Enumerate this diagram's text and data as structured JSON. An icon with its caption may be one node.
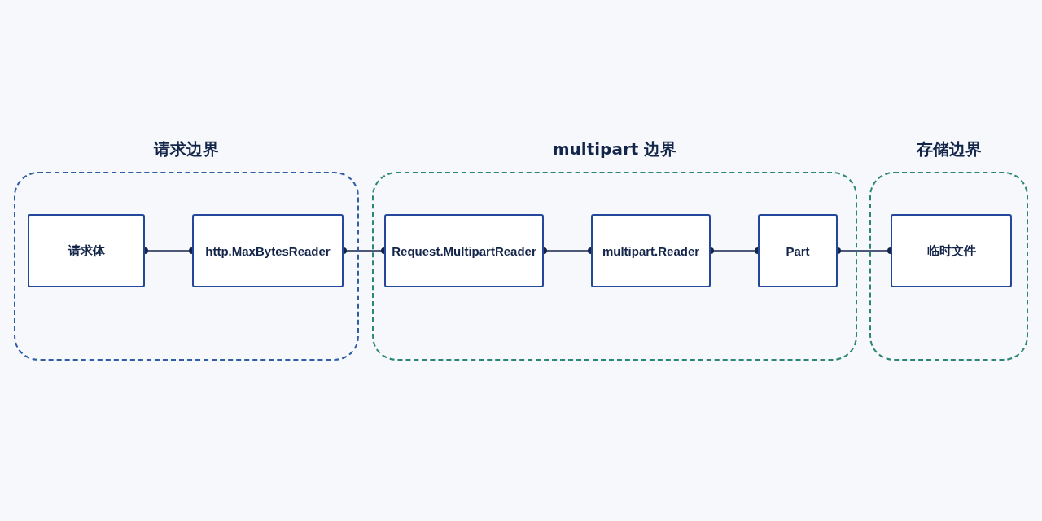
{
  "diagram": {
    "nodes": [
      {
        "text": [
          "请求边界"
        ]
      },
      {
        "text": [
          "请求体"
        ],
        "in": 0
      },
      {
        "text": [
          "http.MaxBytesReader"
        ],
        "in": 0
      },
      {
        "text": [
          "multipart 边界"
        ]
      },
      {
        "text": [
          "Request.MultipartReader"
        ],
        "in": 3
      },
      {
        "text": [
          "multipart.Reader"
        ],
        "in": 3
      },
      {
        "text": [
          "Part"
        ],
        "in": 3
      },
      {
        "text": [
          "存储边界"
        ]
      },
      {
        "text": [
          "临时文件"
        ],
        "in": 7
      }
    ],
    "edges": [
      {
        "from": 1,
        "to": 2,
        "arrow": "other"
      },
      {
        "from": 2,
        "to": 4,
        "arrow": "other"
      },
      {
        "from": 4,
        "to": 5,
        "arrow": "other"
      },
      {
        "from": 5,
        "to": 6,
        "arrow": "other"
      },
      {
        "from": 6,
        "to": 8,
        "arrow": "other"
      }
    ]
  }
}
